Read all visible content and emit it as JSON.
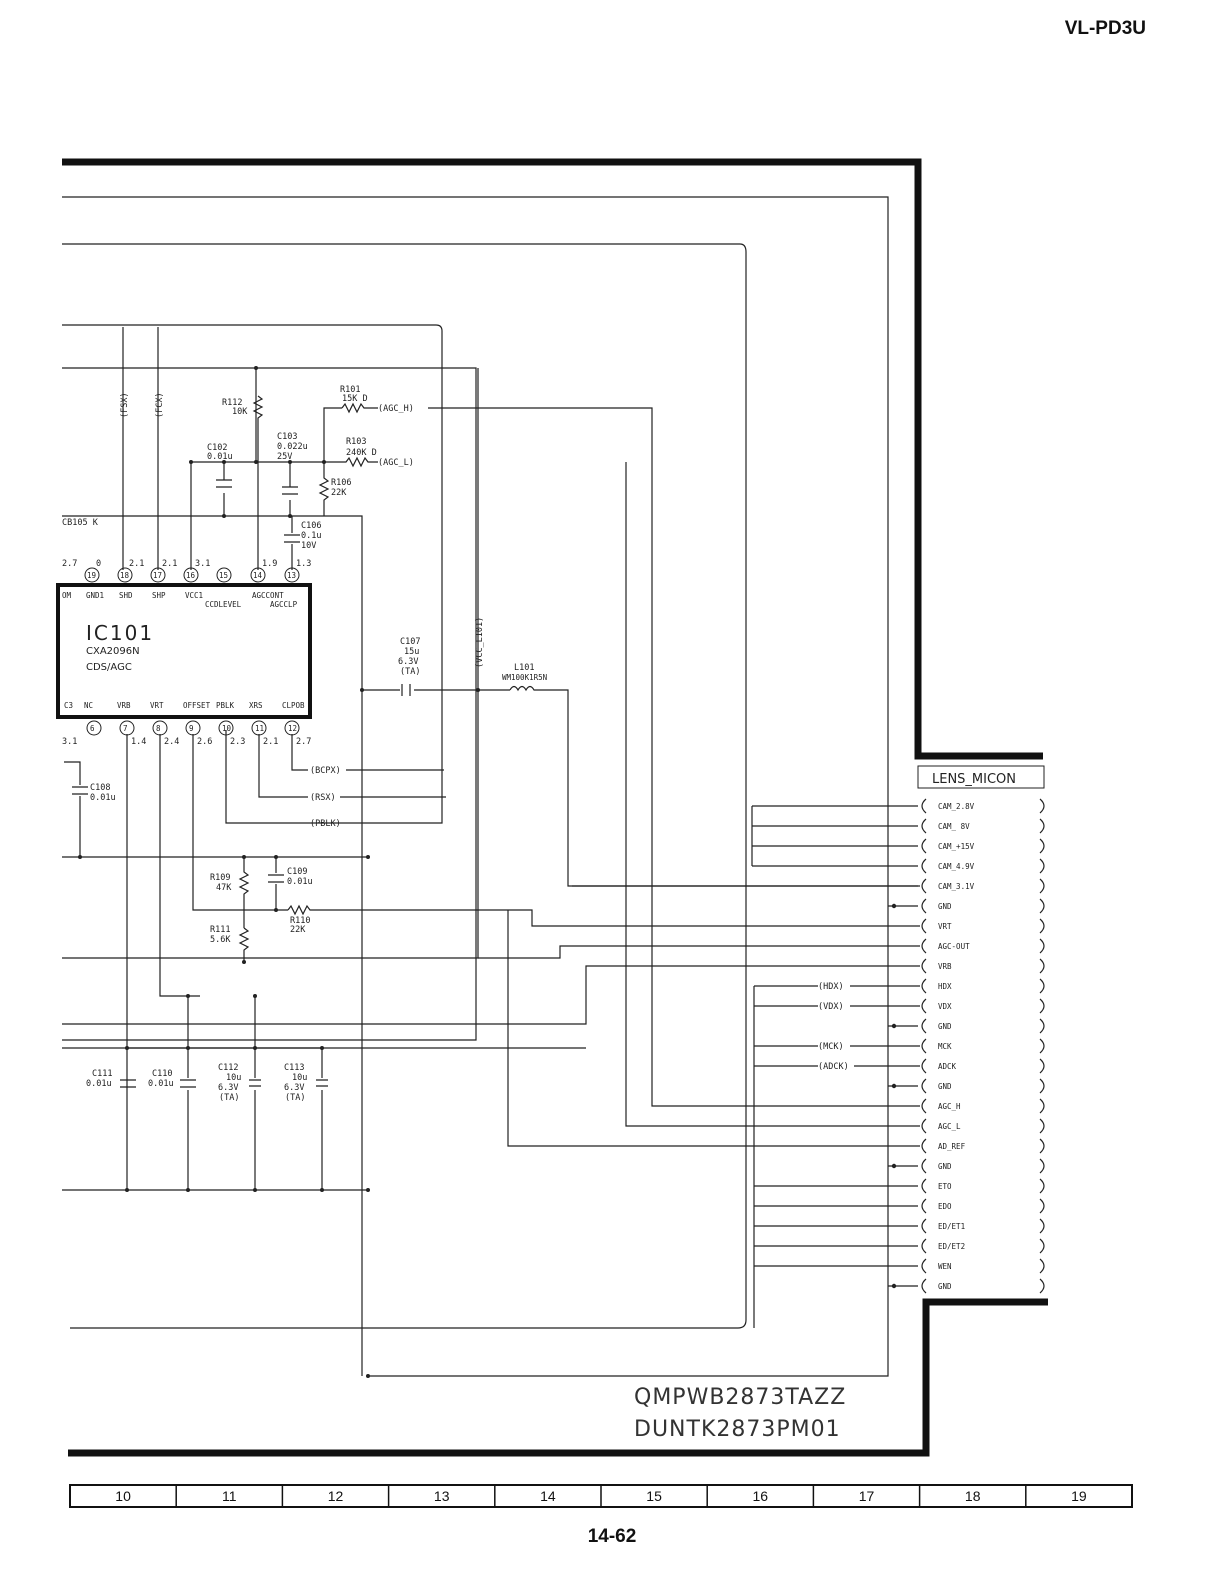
{
  "header": {
    "model": "VL-PD3U"
  },
  "page": {
    "number": "14-62"
  },
  "board": {
    "part_no_1": "QMPWB2873TAZZ",
    "part_no_2": "DUNTK2873PM01"
  },
  "ic": {
    "ref": "IC101",
    "part": "CXA2096N",
    "function": "CDS/AGC",
    "top_pins": [
      {
        "num": "19",
        "label": "GND1",
        "v": "0"
      },
      {
        "num": "18",
        "label": "SHD",
        "v": "2.1"
      },
      {
        "num": "17",
        "label": "SHP",
        "v": "2.1"
      },
      {
        "num": "16",
        "label": "VCC1",
        "v": "3.1"
      },
      {
        "num": "15",
        "label": "",
        "v": ""
      },
      {
        "num": "14",
        "label": "AGCCONT",
        "v": "1.9"
      },
      {
        "num": "13",
        "label": "",
        "v": "1.3"
      }
    ],
    "top_pin_left": {
      "v": "2.7",
      "label": "OM"
    },
    "top_sub_labels": [
      "CCDLEVEL",
      "AGCCLP"
    ],
    "bottom_pins": [
      {
        "num": "6",
        "label": "NC",
        "v": ""
      },
      {
        "num": "7",
        "label": "VRB",
        "v": "1.4"
      },
      {
        "num": "8",
        "label": "VRT",
        "v": "2.4"
      },
      {
        "num": "9",
        "label": "OFFSET",
        "v": "2.6"
      },
      {
        "num": "10",
        "label": "PBLK",
        "v": "2.3"
      },
      {
        "num": "11",
        "label": "XRS",
        "v": "2.1"
      },
      {
        "num": "12",
        "label": "CLPOB",
        "v": "2.7"
      }
    ],
    "bottom_pin_left": {
      "v": "3.1",
      "label": "C3"
    },
    "cb_label": "CB105 K"
  },
  "components": {
    "r101": {
      "ref": "R101",
      "val": "15K D"
    },
    "r103": {
      "ref": "R103",
      "val": "240K D"
    },
    "r106": {
      "ref": "R106",
      "val": "22K"
    },
    "r112": {
      "ref": "R112",
      "val": "10K"
    },
    "c102": {
      "ref": "C102",
      "val": "0.01u"
    },
    "c103": {
      "ref": "C103",
      "val": "0.022u",
      "val2": "25V"
    },
    "c106": {
      "ref": "C106",
      "val": "0.1u",
      "val2": "10V"
    },
    "c107": {
      "ref": "C107",
      "val": "15u",
      "val2": "6.3V",
      "val3": "(TA)"
    },
    "l101": {
      "ref": "L101",
      "val": "WM100K1R5N"
    },
    "c108": {
      "ref": "C108",
      "val": "0.01u"
    },
    "c109": {
      "ref": "C109",
      "val": "0.01u"
    },
    "r109": {
      "ref": "R109",
      "val": "47K"
    },
    "r110": {
      "ref": "R110",
      "val": "22K"
    },
    "r111": {
      "ref": "R111",
      "val": "5.6K"
    },
    "c111": {
      "ref": "C111",
      "val": "0.01u"
    },
    "c110": {
      "ref": "C110",
      "val": "0.01u"
    },
    "c112": {
      "ref": "C112",
      "val": "10u",
      "val2": "6.3V",
      "val3": "(TA)"
    },
    "c113": {
      "ref": "C113",
      "val": "10u",
      "val2": "6.3V",
      "val3": "(TA)"
    }
  },
  "nets": {
    "fsx": "(FSX)",
    "fcx": "(FCX)",
    "agc_h": "(AGC_H)",
    "agc_l": "(AGC_L)",
    "vcc_l101": "(VCC_L101)",
    "bcpx": "(BCPX)",
    "rsx": "(RSX)",
    "pblk": "(PBLK)",
    "hdx": "(HDX)",
    "vdx": "(VDX)",
    "mck": "(MCK)",
    "adck": "(ADCK)"
  },
  "connector": {
    "name": "LENS_MICON",
    "pins": [
      "CAM_2.8V",
      "CAM_ 8V",
      "CAM_+15V",
      "CAM_4.9V",
      "CAM_3.1V",
      "GND",
      "VRT",
      "AGC-OUT",
      "VRB",
      "HDX",
      "VDX",
      "GND",
      "MCK",
      "ADCK",
      "GND",
      "AGC_H",
      "AGC_L",
      "AD_REF",
      "GND",
      "ETO",
      "EDO",
      "ED/ET1",
      "ED/ET2",
      "WEN",
      "GND"
    ]
  },
  "grid": {
    "columns": [
      "10",
      "11",
      "12",
      "13",
      "14",
      "15",
      "16",
      "17",
      "18",
      "19"
    ]
  }
}
